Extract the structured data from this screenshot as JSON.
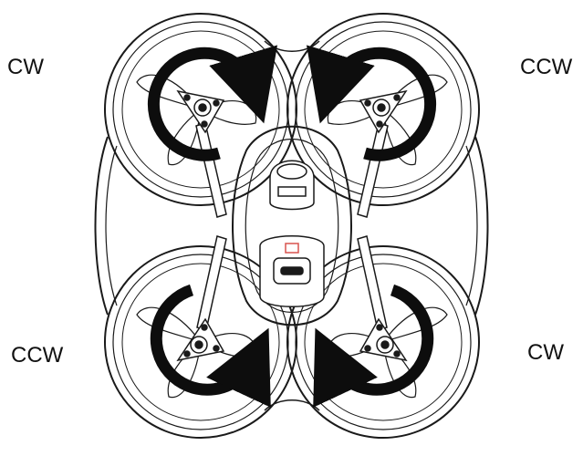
{
  "labels": {
    "top_left": "CW",
    "top_right": "CCW",
    "bottom_left": "CCW",
    "bottom_right": "CW"
  },
  "colors": {
    "line": "#1a1a1a",
    "fill": "#ffffff",
    "arrow": "#0d0d0d",
    "port_accent": "#d9534f"
  }
}
